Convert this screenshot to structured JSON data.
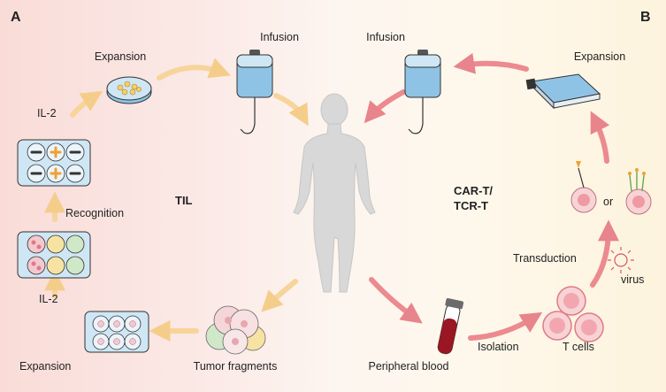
{
  "panels": {
    "left_letter": "A",
    "right_letter": "B"
  },
  "left_cycle": {
    "center_label": "TIL",
    "steps": {
      "expansion_top": "Expansion",
      "infusion": "Infusion",
      "il2_top": "IL-2",
      "recognition": "Recognition",
      "il2_bottom": "IL-2",
      "expansion_bottom": "Expansion",
      "tumor_fragments": "Tumor fragments"
    }
  },
  "right_cycle": {
    "center_label_line1": "CAR-T/",
    "center_label_line2": "TCR-T",
    "steps": {
      "infusion": "Infusion",
      "expansion": "Expansion",
      "transduction": "Transduction",
      "or": "or",
      "virus": "virus",
      "peripheral_blood": "Peripheral blood",
      "isolation": "Isolation",
      "t_cells": "T cells"
    }
  },
  "colors": {
    "left_arrow": "#f7d49a",
    "right_arrow": "#ec8a8f",
    "body": "#d6d6d6",
    "bag": "#8fc3e6"
  }
}
